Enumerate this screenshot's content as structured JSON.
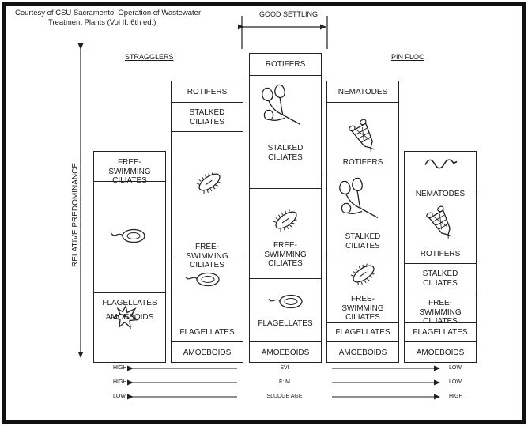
{
  "credit": {
    "line1": "Courtesy of CSU Sacramento, Operation of Wastewater",
    "line2": "Treatment Plants (Vol II, 6th ed.)"
  },
  "top_labels": {
    "good_settling": "GOOD SETTLING",
    "stragglers": "STRAGGLERS",
    "pin_floc": "PIN FLOC"
  },
  "y_axis": "RELATIVE PREDOMINANCE",
  "columns": [
    {
      "cells": [
        {
          "label": "FREE-SWIMMING CILIATES"
        },
        {
          "label": "FLAGELLATES",
          "icon": "flagellate-icon"
        },
        {
          "label": "AMOEBOIDS",
          "icon": "amoeba-icon"
        }
      ]
    },
    {
      "cells": [
        {
          "label": "ROTIFERS"
        },
        {
          "label": "STALKED CILIATES"
        },
        {
          "label": "FREE-SWIMMING CILIATES",
          "icon": "ciliate-icon"
        },
        {
          "label": "FLAGELLATES",
          "icon": "flagellate-icon"
        },
        {
          "label": "AMOEBOIDS"
        }
      ]
    },
    {
      "cells": [
        {
          "label": "ROTIFERS"
        },
        {
          "label": "STALKED CILIATES",
          "icon": "stalked-ciliate-icon"
        },
        {
          "label": "FREE-SWIMMING CILIATES",
          "icon": "ciliate-icon"
        },
        {
          "label": "FLAGELLATES",
          "icon": "flagellate-icon"
        },
        {
          "label": "AMOEBOIDS"
        }
      ]
    },
    {
      "cells": [
        {
          "label": "NEMATODES"
        },
        {
          "label": "ROTIFERS",
          "icon": "rotifer-icon"
        },
        {
          "label": "STALKED CILIATES",
          "icon": "stalked-ciliate-icon"
        },
        {
          "label": "FREE-SWIMMING CILIATES",
          "icon": "ciliate-icon"
        },
        {
          "label": "FLAGELLATES"
        },
        {
          "label": "AMOEBOIDS"
        }
      ]
    },
    {
      "cells": [
        {
          "label": "NEMATODES",
          "icon": "nematode-icon"
        },
        {
          "label": "ROTIFERS",
          "icon": "rotifer-icon"
        },
        {
          "label": "STALKED CILIATES"
        },
        {
          "label": "FREE-SWIMMING CILIATES"
        },
        {
          "label": "FLAGELLATES"
        },
        {
          "label": "AMOEBOIDS"
        }
      ]
    }
  ],
  "bottom_scales": [
    {
      "name": "SVI",
      "left": "HIGH",
      "right": "LOW"
    },
    {
      "name": "F: M",
      "left": "HIGH",
      "right": "LOW"
    },
    {
      "name": "SLUDGE AGE",
      "left": "LOW",
      "right": "HIGH"
    }
  ]
}
